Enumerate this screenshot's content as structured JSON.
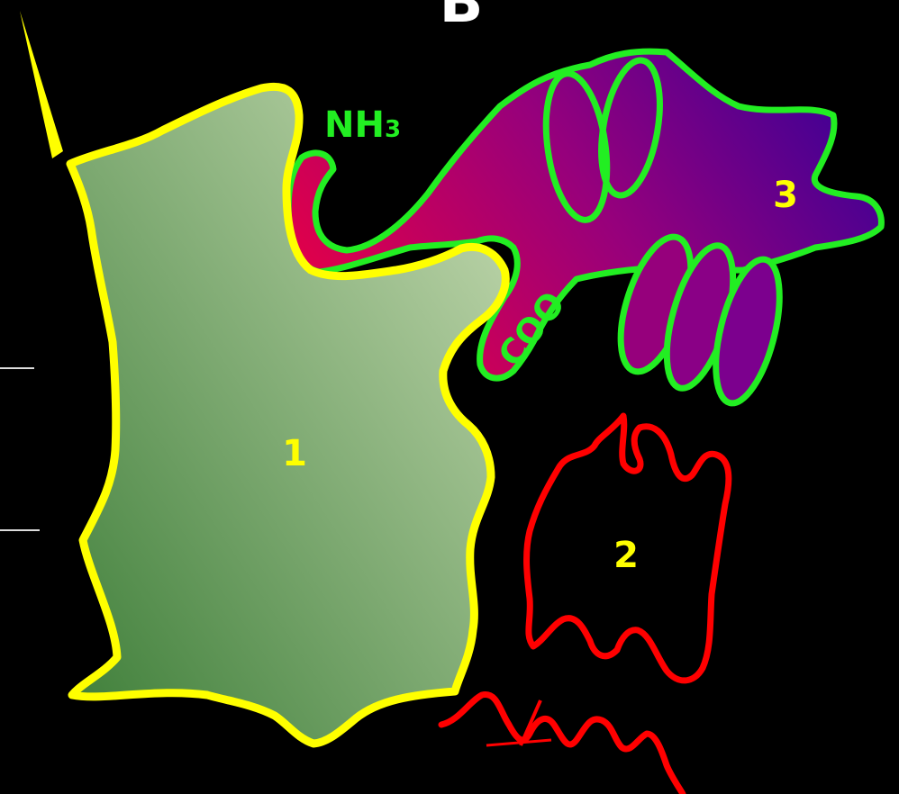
{
  "figure_letter": "B",
  "labels": {
    "amino_terminus": "NH",
    "amino_subscript": "3",
    "carboxyl_terminus": "COO",
    "region_1": "1",
    "region_2": "2",
    "region_3": "3"
  },
  "colors": {
    "background": "#000000",
    "region_1_outline": "#FFFF00",
    "region_1_fill_light": "#C8DCB4",
    "region_1_fill_dark": "#3C7D37",
    "region_2_outline": "#FF0000",
    "region_3_outline": "#22EE22",
    "region_3_fill_start": "#E0004A",
    "region_3_fill_end": "#3A0096",
    "number_labels": "#FFFF00",
    "terminus_labels": "#22EE22",
    "figure_letter": "#FFFFFF"
  }
}
